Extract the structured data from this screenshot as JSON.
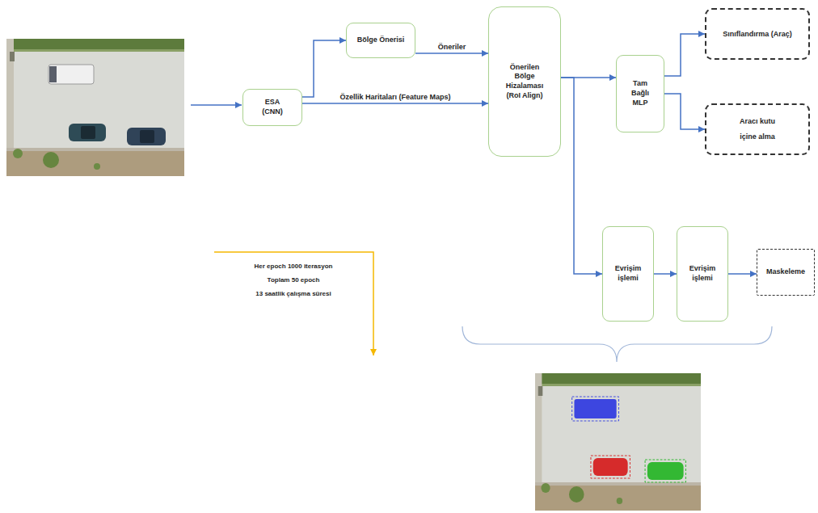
{
  "diagram": {
    "nodes": [
      {
        "text": [
          "ESA (CNN)"
        ]
      },
      {
        "text": [
          "Bölge Önerisi"
        ]
      },
      {
        "text": [
          "Önerilen Bölge Hizalaması (RoI Align)"
        ]
      },
      {
        "text": [
          "Tam Bağlı MLP"
        ]
      },
      {
        "text": [
          "Sınıflandırma (Araç)"
        ]
      },
      {
        "text": [
          "Aracı kutu içine alma"
        ]
      },
      {
        "text": [
          "Evrişim işlemi"
        ]
      },
      {
        "text": [
          "Evrişim işlemi"
        ]
      },
      {
        "text": [
          "Maskeleme"
        ]
      }
    ],
    "edges": [
      {
        "from": 0,
        "to": 1,
        "arrow": "to"
      },
      {
        "from": 1,
        "to": 2,
        "label": "Öneriler",
        "arrow": "to"
      },
      {
        "from": 0,
        "to": 2,
        "label": "Özellik Haritaları (Feature Maps)",
        "arrow": "to"
      },
      {
        "from": 2,
        "to": 3,
        "arrow": "to"
      },
      {
        "from": 3,
        "to": 4,
        "arrow": "to"
      },
      {
        "from": 3,
        "to": 5,
        "arrow": "to"
      },
      {
        "from": 2,
        "to": 6,
        "arrow": "to"
      },
      {
        "from": 6,
        "to": 7,
        "arrow": "to"
      },
      {
        "from": 7,
        "to": 8,
        "arrow": "to"
      }
    ],
    "labels": [
      "Her epoch 1000 iterasyon",
      "Toplam 50 epoch",
      "13 saatlik çalışma süresi"
    ]
  }
}
